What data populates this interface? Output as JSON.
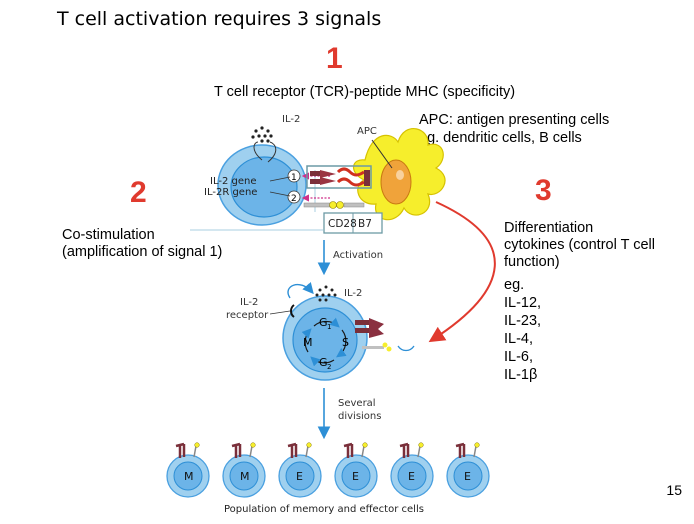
{
  "title": "T cell activation requires 3 signals",
  "signal1": {
    "number": "1",
    "label": "T cell receptor (TCR)-peptide MHC (specificity)"
  },
  "signal2": {
    "number": "2",
    "label_line1": "Co-stimulation",
    "label_line2": "(amplification of signal 1)"
  },
  "signal3": {
    "number": "3",
    "lines": [
      "Differentiation",
      "cytokines (control T cell",
      "function)",
      "eg.",
      "IL-12,",
      "IL-23,",
      "IL-4,",
      "IL-6,",
      "IL-1β"
    ]
  },
  "apc_note": {
    "line1": "APC: antigen presenting cells",
    "line2": "eg. dendritic cells, B cells"
  },
  "diagram": {
    "il2_top": "IL-2",
    "apc": "APC",
    "il2_gene": "IL-2 gene",
    "il2r_gene": "IL-2R gene",
    "marker1": "1",
    "marker2": "2",
    "cd28": "CD28",
    "b7": "B7",
    "activation": "Activation",
    "il2_mid": "IL-2",
    "il2_receptor_line1": "IL-2",
    "il2_receptor_line2": "receptor",
    "cycle_g1": "G",
    "cycle_g1_sub": "1",
    "cycle_s": "S",
    "cycle_g2": "G",
    "cycle_g2_sub": "2",
    "cycle_m": "M",
    "several_line1": "Several",
    "several_line2": "divisions",
    "population": "Population of memory and effector cells",
    "cells": [
      "M",
      "M",
      "E",
      "E",
      "E",
      "E"
    ]
  },
  "page_number": "15",
  "colors": {
    "accent_red": "#e03a2e",
    "cell_blue": "#8ec5ea",
    "nucleus_blue": "#4aa0e0",
    "apc_yellow": "#f6ee2c",
    "arrow_blue": "#2d8fd6"
  }
}
